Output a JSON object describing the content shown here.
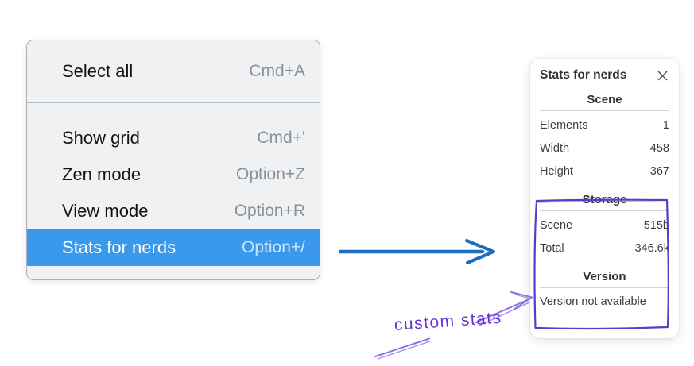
{
  "context_menu": {
    "items": [
      {
        "label": "Select all",
        "shortcut": "Cmd+A"
      },
      {
        "label": "Show grid",
        "shortcut": "Cmd+'"
      },
      {
        "label": "Zen mode",
        "shortcut": "Option+Z"
      },
      {
        "label": "View mode",
        "shortcut": "Option+R"
      },
      {
        "label": "Stats for nerds",
        "shortcut": "Option+/"
      }
    ],
    "selected_index": 4
  },
  "stats_panel": {
    "title": "Stats for nerds",
    "sections": [
      {
        "heading": "Scene",
        "rows": [
          {
            "label": "Elements",
            "value": "1"
          },
          {
            "label": "Width",
            "value": "458"
          },
          {
            "label": "Height",
            "value": "367"
          }
        ]
      },
      {
        "heading": "Storage",
        "rows": [
          {
            "label": "Scene",
            "value": "515b"
          },
          {
            "label": "Total",
            "value": "346.6k"
          }
        ]
      },
      {
        "heading": "Version",
        "note": "Version not available"
      }
    ]
  },
  "annotations": {
    "custom_stats_label": "custom stats"
  },
  "colors": {
    "menu_bg": "#f0f1f3",
    "menu_border": "#a9b2bc",
    "menu_highlight": "#3b99ec",
    "menu_shortcut_text": "#8a9097",
    "arrow_blue": "#1a6dbf",
    "sketch_purple": "#5b3cc4",
    "sketch_purple_light": "#8f72e3"
  }
}
